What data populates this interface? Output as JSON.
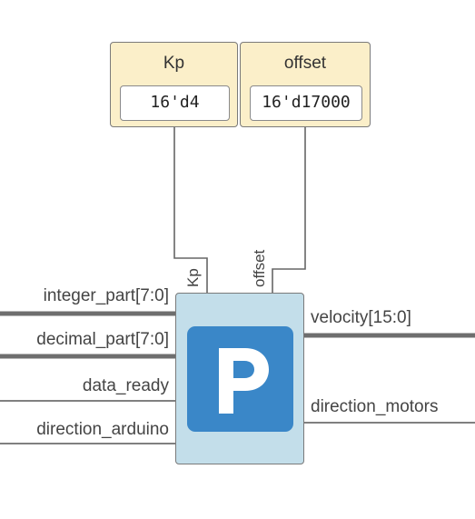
{
  "parameters": [
    {
      "name": "Kp",
      "value": "16'd4"
    },
    {
      "name": "offset",
      "value": "16'd17000"
    }
  ],
  "module": {
    "logo_icon": "letter-p-icon",
    "logo_color": "#3a87c8",
    "body_color": "#c3deea"
  },
  "inputs": [
    {
      "label": "integer_part[7:0]",
      "bus": true
    },
    {
      "label": "decimal_part[7:0]",
      "bus": true
    },
    {
      "label": "data_ready",
      "bus": false
    },
    {
      "label": "direction_arduino",
      "bus": false
    }
  ],
  "outputs": [
    {
      "label": "velocity[15:0]",
      "bus": true
    },
    {
      "label": "direction_motors",
      "bus": false
    }
  ],
  "param_ports": [
    "Kp",
    "offset"
  ]
}
